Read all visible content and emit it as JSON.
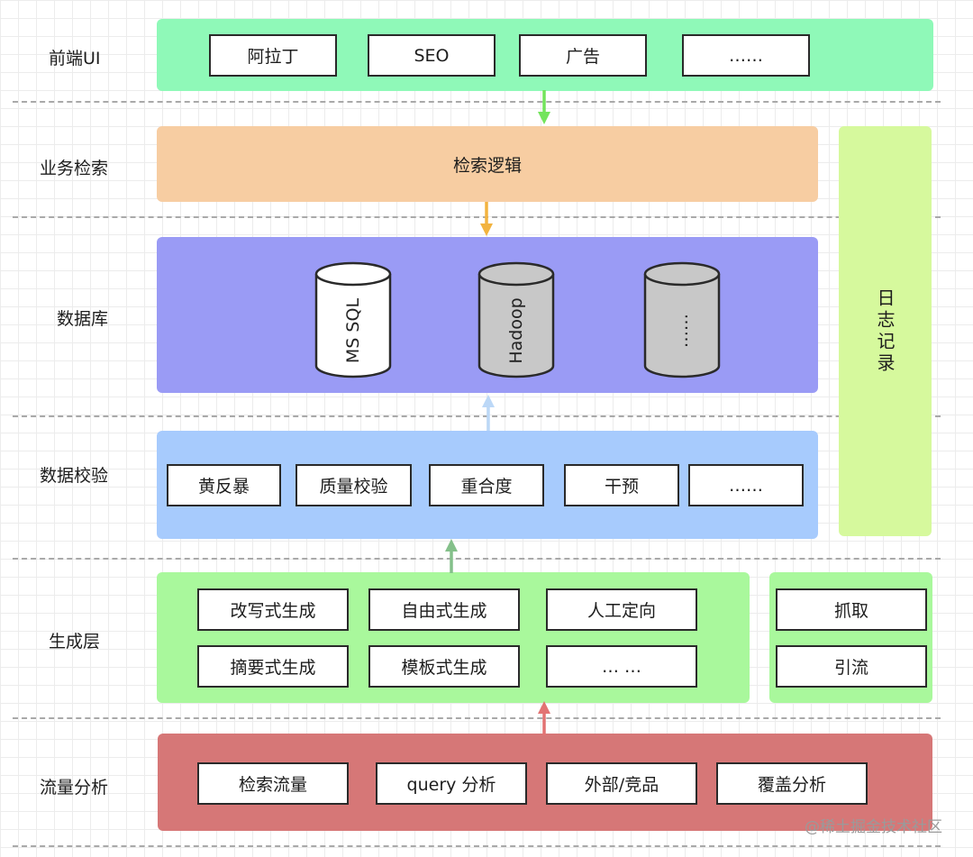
{
  "layers": {
    "frontend": {
      "label": "前端UI",
      "items": [
        "阿拉丁",
        "SEO",
        "广告",
        "……"
      ]
    },
    "business": {
      "label": "业务检索",
      "content": "检索逻辑"
    },
    "database": {
      "label": "数据库",
      "cylinders": [
        "MS SQL",
        "Hadoop",
        "……"
      ]
    },
    "validation": {
      "label": "数据校验",
      "items": [
        "黄反暴",
        "质量校验",
        "重合度",
        "干预",
        "……"
      ]
    },
    "generation": {
      "label": "生成层",
      "items": [
        "改写式生成",
        "自由式生成",
        "人工定向",
        "摘要式生成",
        "模板式生成",
        "… …"
      ],
      "side_items": [
        "抓取",
        "引流"
      ]
    },
    "traffic": {
      "label": "流量分析",
      "items": [
        "检索流量",
        "query 分析",
        "外部/竞品",
        "覆盖分析"
      ]
    }
  },
  "log": {
    "label": "日志记录"
  },
  "watermark": "@稀土掘金技术社区",
  "colors": {
    "frontend": "#8ff9b8",
    "business": "#f7cda2",
    "database": "#9a9bf5",
    "validation": "#a7cbfd",
    "generation": "#a9f89c",
    "traffic": "#d67777",
    "log": "#d6f99d",
    "arrow_green": "#73e45c",
    "arrow_orange": "#f2b33f",
    "arrow_lightblue": "#bcd8f7",
    "arrow_darkgreen": "#84c08a",
    "arrow_red": "#e27373"
  }
}
